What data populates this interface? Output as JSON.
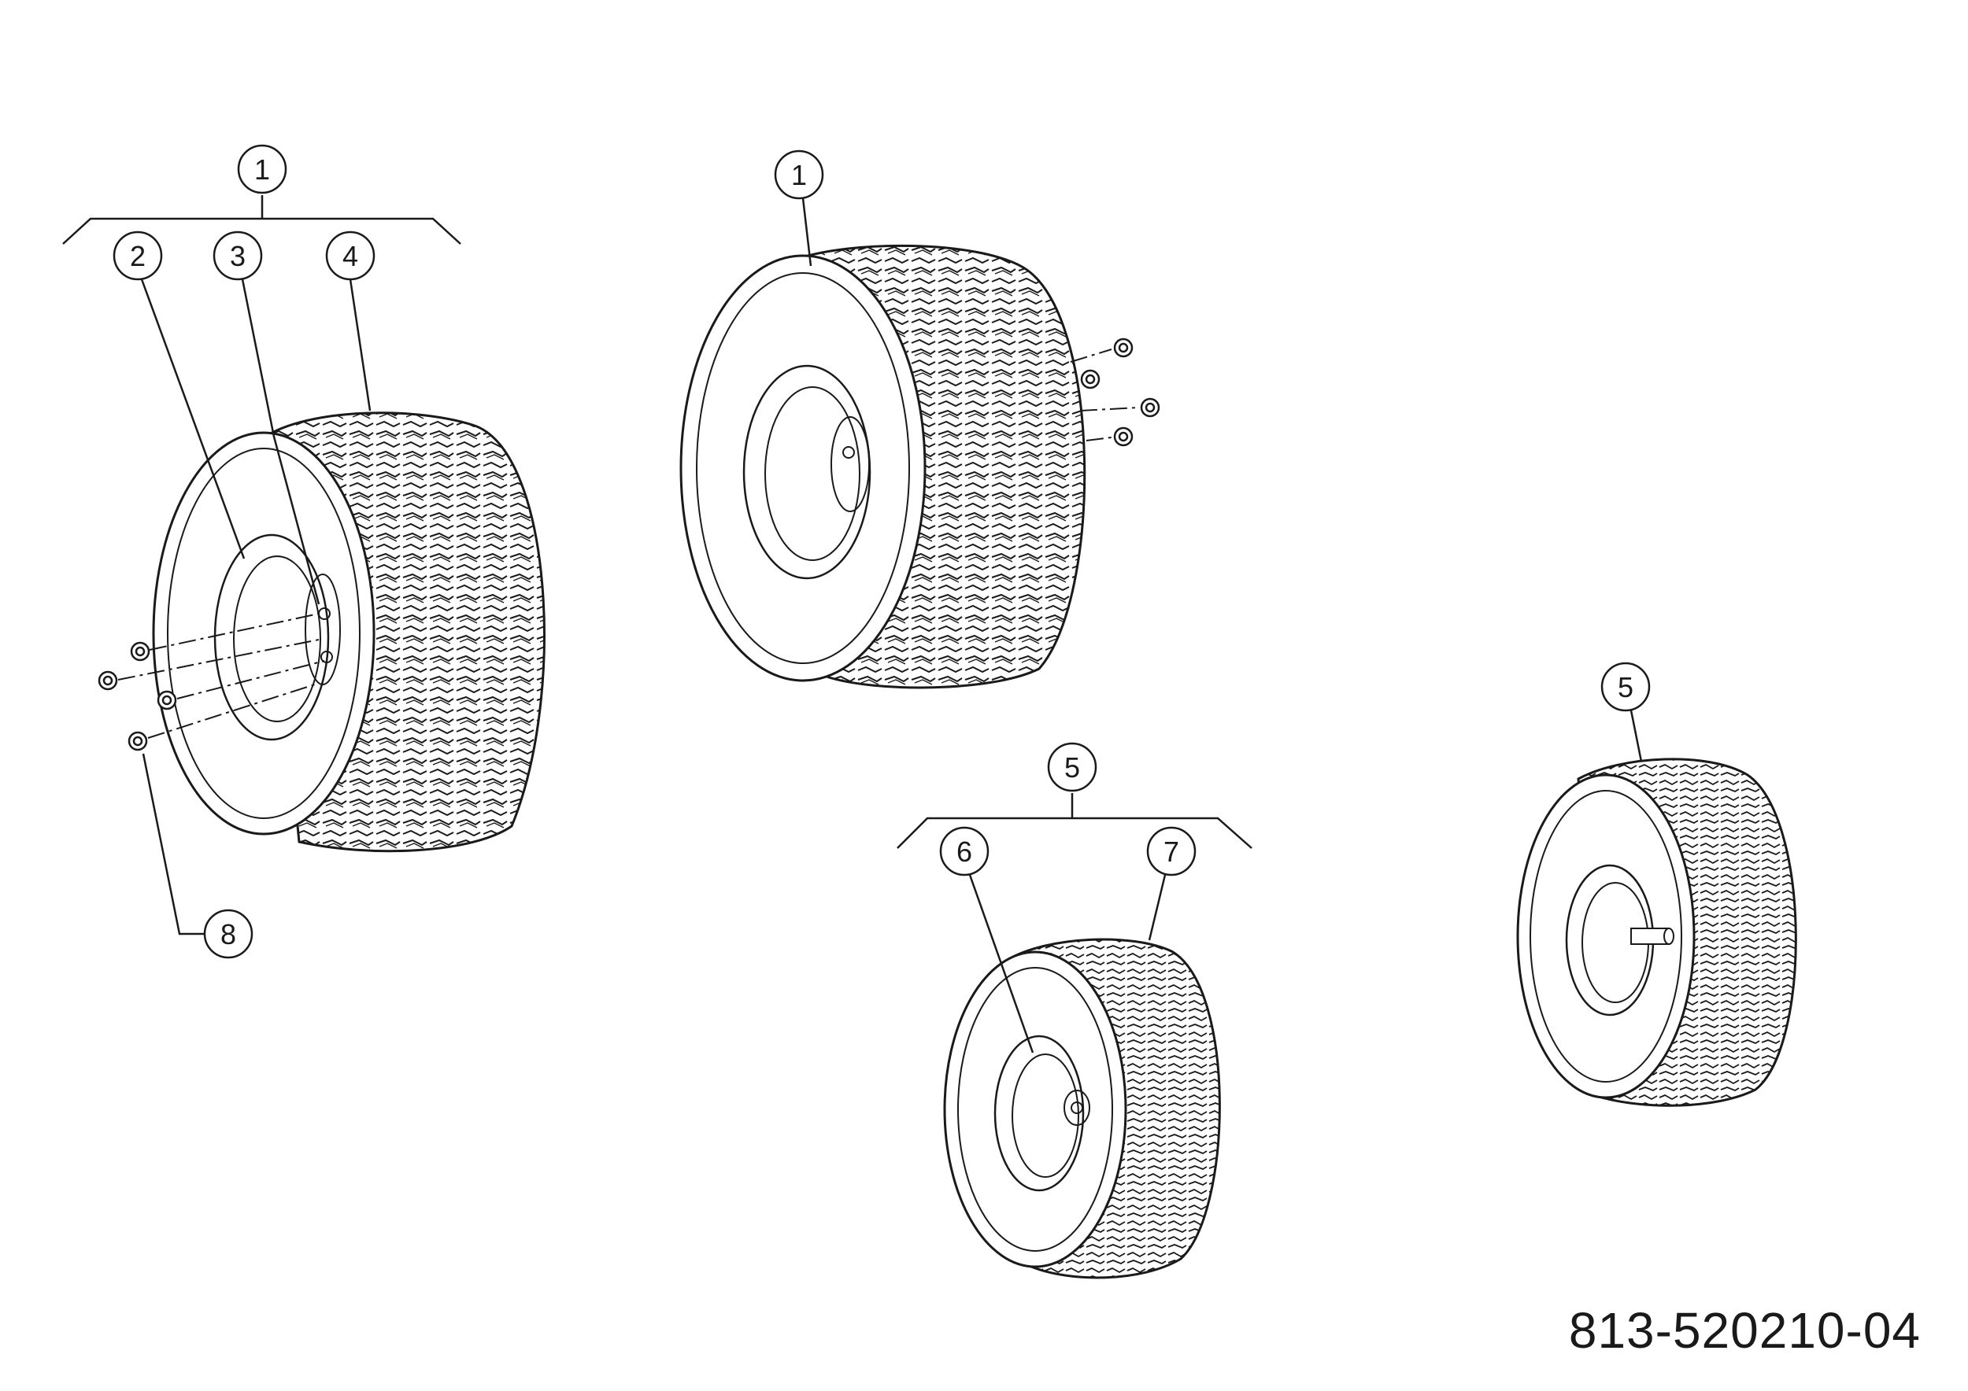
{
  "callouts": {
    "c1a": "1",
    "c2": "2",
    "c3": "3",
    "c4": "4",
    "c8": "8",
    "c1b": "1",
    "c5a": "5",
    "c6": "6",
    "c7": "7",
    "c5b": "5"
  },
  "drawing_number": "813-520210-04",
  "colors": {
    "line": "#1a1a1a",
    "background": "#ffffff"
  }
}
